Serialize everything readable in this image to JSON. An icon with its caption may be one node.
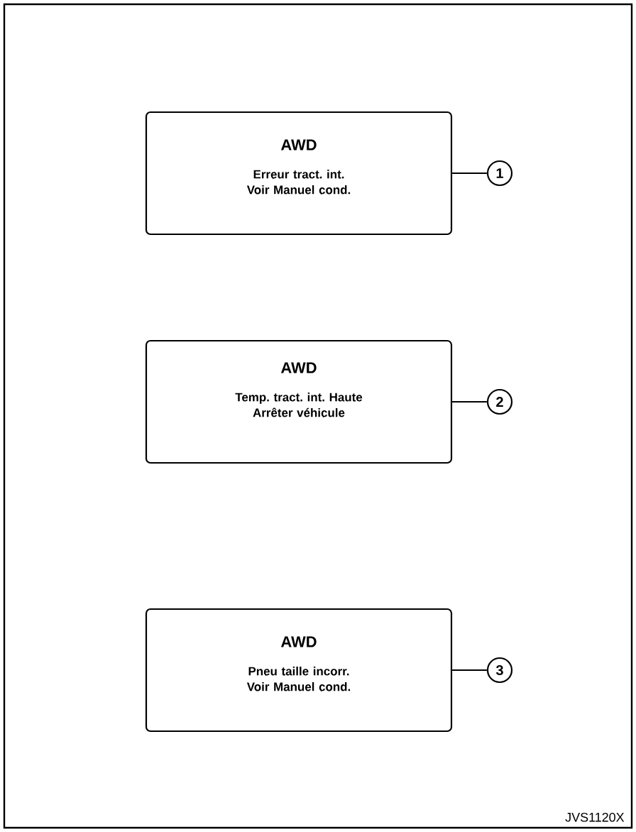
{
  "diagram": {
    "nodes": [
      {
        "text": [
          "AWD",
          "Erreur tract. int. Voir Manuel cond."
        ]
      },
      {
        "text": [
          "AWD",
          "Temp. tract. int. Haute Arrêter véhicule"
        ]
      },
      {
        "text": [
          "AWD",
          "Pneu taille incorr. Voir Manuel cond."
        ]
      },
      {
        "text": [
          "1"
        ]
      },
      {
        "text": [
          "2"
        ]
      },
      {
        "text": [
          "3"
        ]
      }
    ],
    "edges": [
      {
        "from": 0,
        "to": 3,
        "arrow": "none"
      },
      {
        "from": 1,
        "to": 4,
        "arrow": "none"
      },
      {
        "from": 2,
        "to": 5,
        "arrow": "none"
      }
    ],
    "labels": [
      "JVS1120X"
    ]
  }
}
